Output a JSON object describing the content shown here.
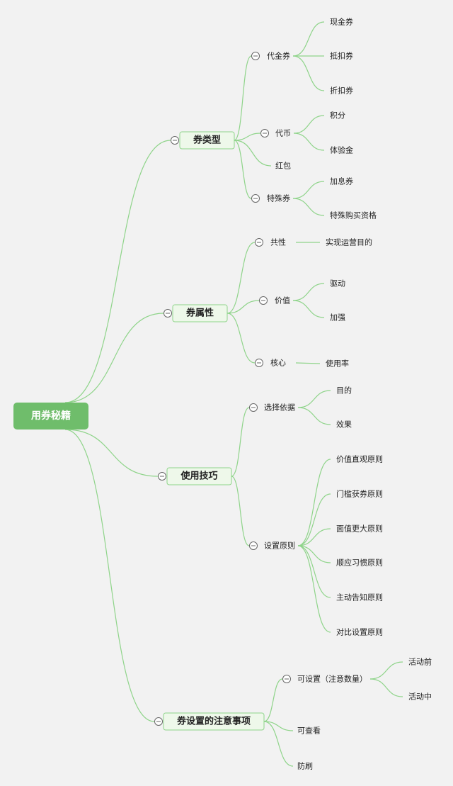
{
  "colors": {
    "background": "#f2f2f2",
    "line": "#8fd48a",
    "root_fill": "#6fbd6b",
    "box_fill": "#eef8ea",
    "box_border": "#8fd48a",
    "collapse_stroke": "#666666"
  },
  "root": {
    "label": "用券秘籍",
    "children": [
      {
        "label": "券类型",
        "children": [
          {
            "label": "代金券",
            "children": [
              {
                "label": "现金券"
              },
              {
                "label": "抵扣券"
              },
              {
                "label": "折扣券"
              }
            ]
          },
          {
            "label": "代币",
            "children": [
              {
                "label": "积分"
              },
              {
                "label": "体验金"
              }
            ]
          },
          {
            "label": "红包"
          },
          {
            "label": "特殊券",
            "children": [
              {
                "label": "加息券"
              },
              {
                "label": "特殊购买资格"
              }
            ]
          }
        ]
      },
      {
        "label": "券属性",
        "children": [
          {
            "label": "共性",
            "children": [
              {
                "label": "实现运营目的"
              }
            ]
          },
          {
            "label": "价值",
            "children": [
              {
                "label": "驱动"
              },
              {
                "label": "加强"
              }
            ]
          },
          {
            "label": "核心",
            "children": [
              {
                "label": "使用率"
              }
            ]
          }
        ]
      },
      {
        "label": "使用技巧",
        "children": [
          {
            "label": "选择依据",
            "children": [
              {
                "label": "目的"
              },
              {
                "label": "效果"
              }
            ]
          },
          {
            "label": "设置原则",
            "children": [
              {
                "label": "价值直观原则"
              },
              {
                "label": "门槛获券原则"
              },
              {
                "label": "面值更大原则"
              },
              {
                "label": "顺应习惯原则"
              },
              {
                "label": "主动告知原则"
              },
              {
                "label": "对比设置原则"
              }
            ]
          }
        ]
      },
      {
        "label": "券设置的注意事项",
        "children": [
          {
            "label": "可设置（注意数量）",
            "children": [
              {
                "label": "活动前"
              },
              {
                "label": "活动中"
              }
            ]
          },
          {
            "label": "可查看"
          },
          {
            "label": "防刷"
          }
        ]
      }
    ]
  }
}
